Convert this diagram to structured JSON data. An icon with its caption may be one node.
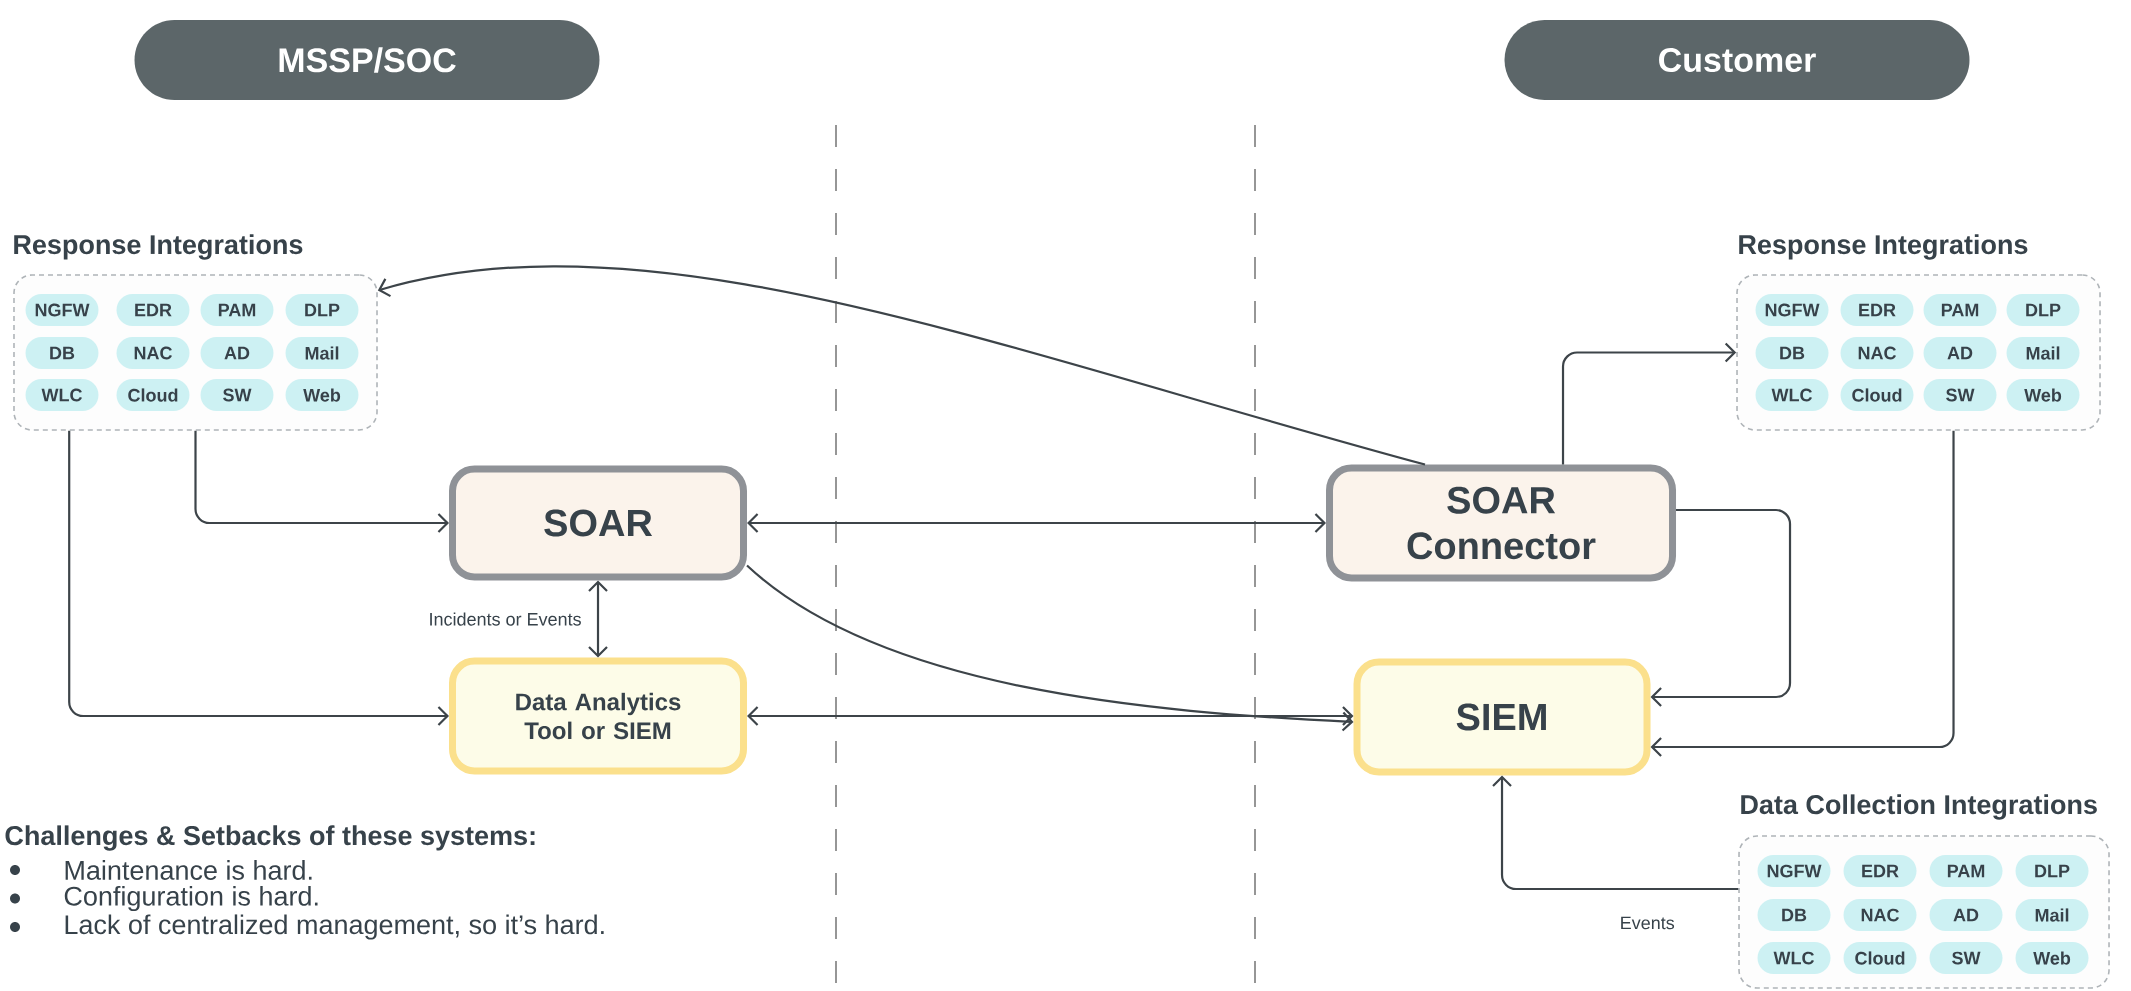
{
  "diagram": {
    "nodes": [
      {
        "text": [
          "MSSP/SOC"
        ]
      },
      {
        "text": [
          "Customer"
        ]
      },
      {
        "text": [
          "Response Integrations"
        ]
      },
      {
        "text": [
          "NGFW"
        ],
        "in": 2
      },
      {
        "text": [
          "EDR"
        ],
        "in": 2
      },
      {
        "text": [
          "PAM"
        ],
        "in": 2
      },
      {
        "text": [
          "DLP"
        ],
        "in": 2
      },
      {
        "text": [
          "DB"
        ],
        "in": 2
      },
      {
        "text": [
          "NAC"
        ],
        "in": 2
      },
      {
        "text": [
          "AD"
        ],
        "in": 2
      },
      {
        "text": [
          "Mail"
        ],
        "in": 2
      },
      {
        "text": [
          "WLC"
        ],
        "in": 2
      },
      {
        "text": [
          "Cloud"
        ],
        "in": 2
      },
      {
        "text": [
          "SW"
        ],
        "in": 2
      },
      {
        "text": [
          "Web"
        ],
        "in": 2
      },
      {
        "text": [
          "SOAR"
        ]
      },
      {
        "text": [
          "Data Analytics Tool or SIEM"
        ]
      },
      {
        "text": [
          "SOAR Connector"
        ]
      },
      {
        "text": [
          "SIEM"
        ]
      },
      {
        "text": [
          "Response Integrations"
        ]
      },
      {
        "text": [
          "NGFW"
        ],
        "in": 19
      },
      {
        "text": [
          "EDR"
        ],
        "in": 19
      },
      {
        "text": [
          "PAM"
        ],
        "in": 19
      },
      {
        "text": [
          "DLP"
        ],
        "in": 19
      },
      {
        "text": [
          "DB"
        ],
        "in": 19
      },
      {
        "text": [
          "NAC"
        ],
        "in": 19
      },
      {
        "text": [
          "AD"
        ],
        "in": 19
      },
      {
        "text": [
          "Mail"
        ],
        "in": 19
      },
      {
        "text": [
          "WLC"
        ],
        "in": 19
      },
      {
        "text": [
          "Cloud"
        ],
        "in": 19
      },
      {
        "text": [
          "SW"
        ],
        "in": 19
      },
      {
        "text": [
          "Web"
        ],
        "in": 19
      },
      {
        "text": [
          "Data Collection Integrations"
        ]
      },
      {
        "text": [
          "NGFW"
        ],
        "in": 32
      },
      {
        "text": [
          "EDR"
        ],
        "in": 32
      },
      {
        "text": [
          "PAM"
        ],
        "in": 32
      },
      {
        "text": [
          "DLP"
        ],
        "in": 32
      },
      {
        "text": [
          "DB"
        ],
        "in": 32
      },
      {
        "text": [
          "NAC"
        ],
        "in": 32
      },
      {
        "text": [
          "AD"
        ],
        "in": 32
      },
      {
        "text": [
          "Mail"
        ],
        "in": 32
      },
      {
        "text": [
          "WLC"
        ],
        "in": 32
      },
      {
        "text": [
          "Cloud"
        ],
        "in": 32
      },
      {
        "text": [
          "SW"
        ],
        "in": 32
      },
      {
        "text": [
          "Web"
        ],
        "in": 32
      }
    ],
    "edges": [
      {
        "from": 17,
        "to": 2,
        "arrow": "to"
      },
      {
        "from": 17,
        "to": 19,
        "arrow": "to"
      },
      {
        "from": 2,
        "to": 15,
        "arrow": "to"
      },
      {
        "from": 2,
        "to": 16,
        "arrow": "to"
      },
      {
        "from": 15,
        "to": 17,
        "arrow": "both"
      },
      {
        "from": 15,
        "to": 16,
        "arrow": "both",
        "label": "Incidents or Events"
      },
      {
        "from": 15,
        "to": 18,
        "arrow": "to"
      },
      {
        "from": 16,
        "to": 18,
        "arrow": "both"
      },
      {
        "from": 17,
        "to": 18,
        "arrow": "to"
      },
      {
        "from": 19,
        "to": 18,
        "arrow": "to"
      },
      {
        "from": 32,
        "to": 18,
        "arrow": "to",
        "label": "Events"
      }
    ],
    "labels": [
      "Challenges & Setbacks of these systems:",
      "Maintenance is hard.",
      "Configuration is hard.",
      "Lack of centralized management, so it’s hard."
    ]
  }
}
